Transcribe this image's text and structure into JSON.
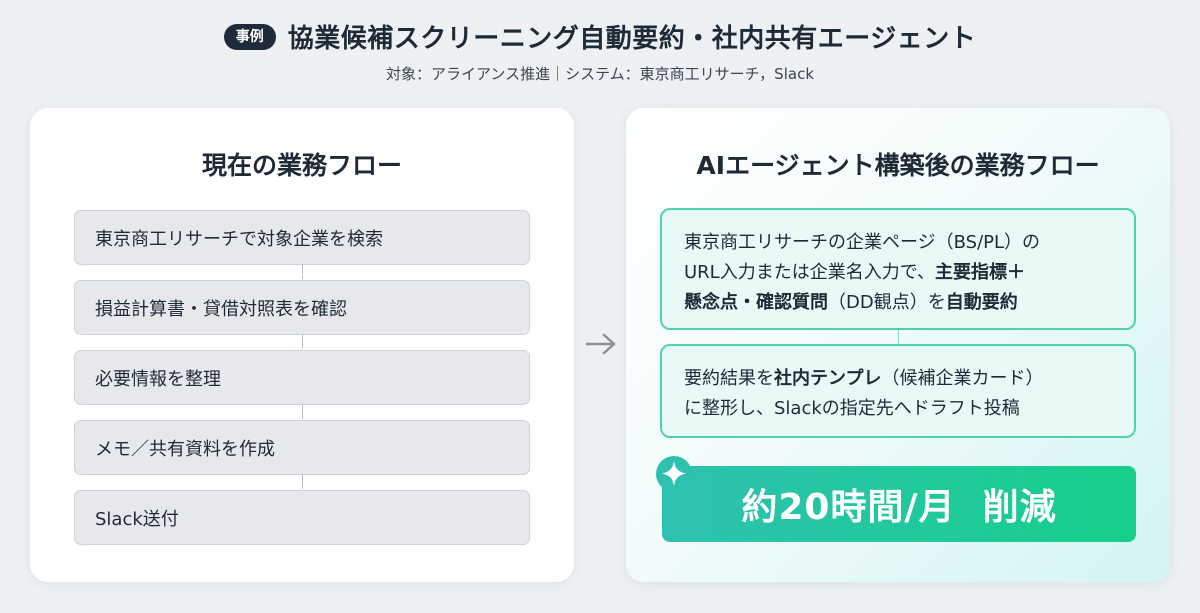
{
  "header": {
    "badge": "事例",
    "title": "協業候補スクリーニング自動要約・社内共有エージェント",
    "subtitle": "対象：アライアンス推進｜システム：東京商工リサーチ，Slack"
  },
  "current_flow": {
    "title": "現在の業務フロー",
    "steps": [
      "東京商工リサーチで対象企業を検索",
      "損益計算書・貸借対照表を確認",
      "必要情報を整理",
      "メモ／共有資料を作成",
      "Slack送付"
    ]
  },
  "ai_flow": {
    "title": "AIエージェント構築後の業務フロー",
    "box1": {
      "text1": "東京商工リサーチの企業ページ（BS/PL）の",
      "text2": "URL入力または企業名入力で、",
      "bold1": "主要指標＋",
      "bold2": "懸念点・確認質問",
      "text3": "（DD観点）を",
      "bold3": "自動要約"
    },
    "box2": {
      "text1": "要約結果を",
      "bold1": "社内テンプレ",
      "text2": "（候補企業カード）",
      "text3": "に整形し、Slackの指定先へドラフト投稿"
    },
    "result": "約20時間/月  削減"
  },
  "icons": {
    "arrow": "arrow-right-icon",
    "sparkle": "sparkle-icon"
  },
  "colors": {
    "accent_green": "#16cf8a",
    "accent_teal": "#2ec1b0",
    "box_border": "#4fd2ae",
    "badge_bg": "#1f2a3a"
  }
}
